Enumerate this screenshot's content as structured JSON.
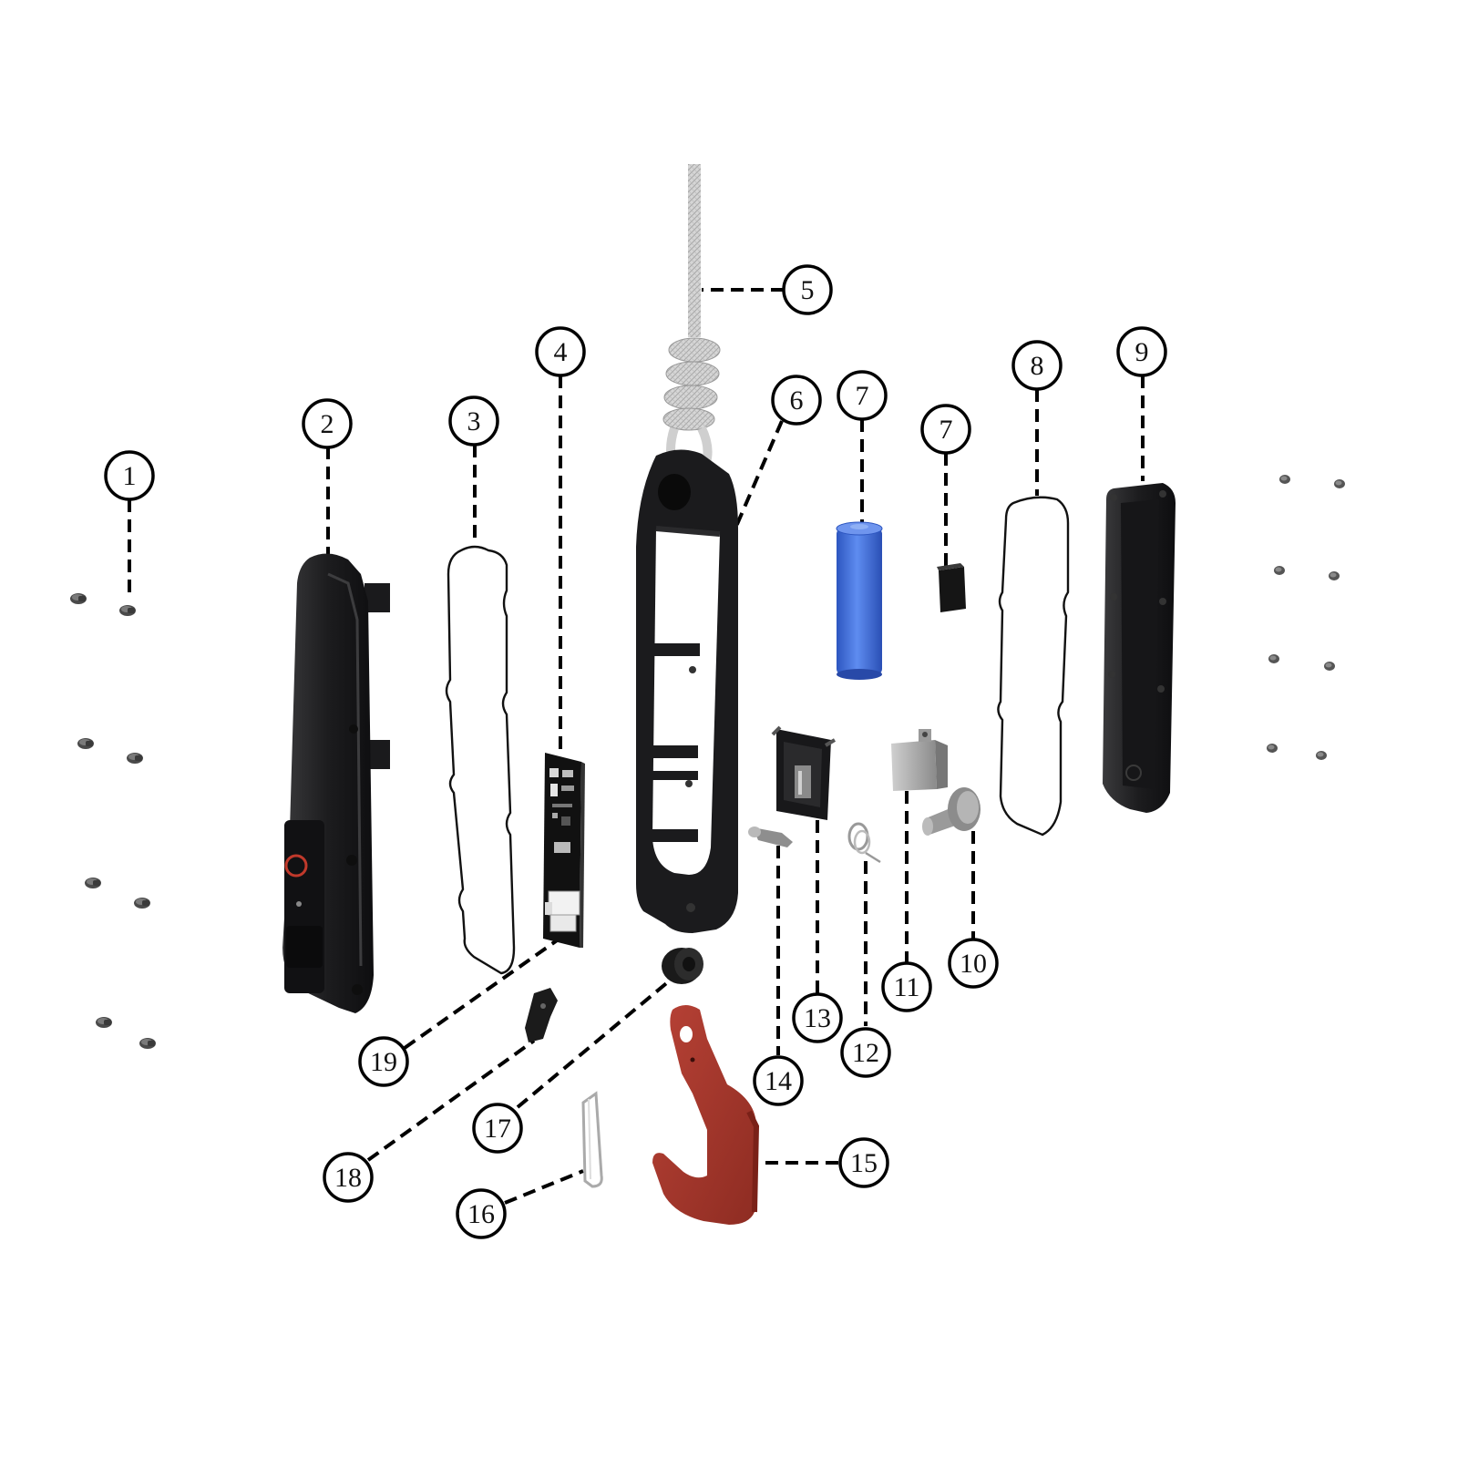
{
  "diagram": {
    "callouts": [
      "1",
      "2",
      "3",
      "4",
      "5",
      "6",
      "7",
      "7",
      "8",
      "9",
      "10",
      "11",
      "12",
      "13",
      "14",
      "15",
      "16",
      "17",
      "18",
      "19"
    ],
    "colors": {
      "housing": "#1c1c1e",
      "battery": "#3f6fd8",
      "hook": "#a8382c",
      "screw": "#555555",
      "rope": "#cfcfcf",
      "bracket": "#a9a9a9"
    }
  }
}
